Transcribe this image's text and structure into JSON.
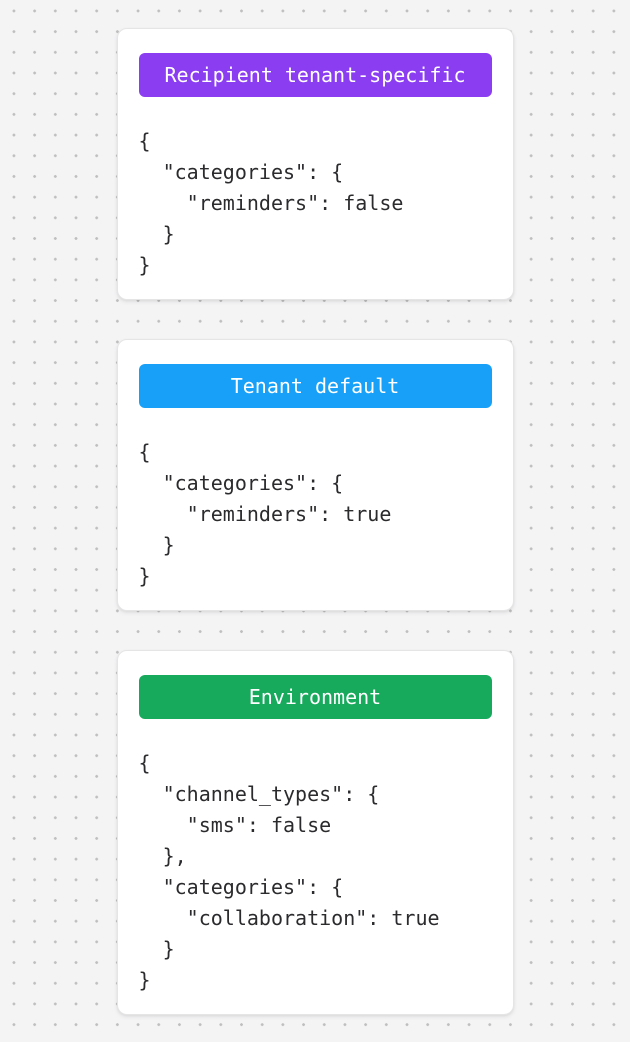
{
  "page": {
    "background_color": "#f4f4f5",
    "dot_color": "#bfbfbf",
    "card_background": "#ffffff",
    "code_text_color": "#2b2b2e"
  },
  "cards": [
    {
      "id": "recipient-tenant-specific",
      "badge": {
        "label": "Recipient tenant-specific",
        "color": "#8b3df2",
        "text_color": "#ffffff"
      },
      "code": "{\n  \"categories\": {\n    \"reminders\": false\n  }\n}"
    },
    {
      "id": "tenant-default",
      "badge": {
        "label": "Tenant default",
        "color": "#18a0f9",
        "text_color": "#ffffff"
      },
      "code": "{\n  \"categories\": {\n    \"reminders\": true\n  }\n}"
    },
    {
      "id": "environment",
      "badge": {
        "label": "Environment",
        "color": "#17a95c",
        "text_color": "#ffffff"
      },
      "code": "{\n  \"channel_types\": {\n    \"sms\": false\n  },\n  \"categories\": {\n    \"collaboration\": true\n  }\n}"
    }
  ]
}
